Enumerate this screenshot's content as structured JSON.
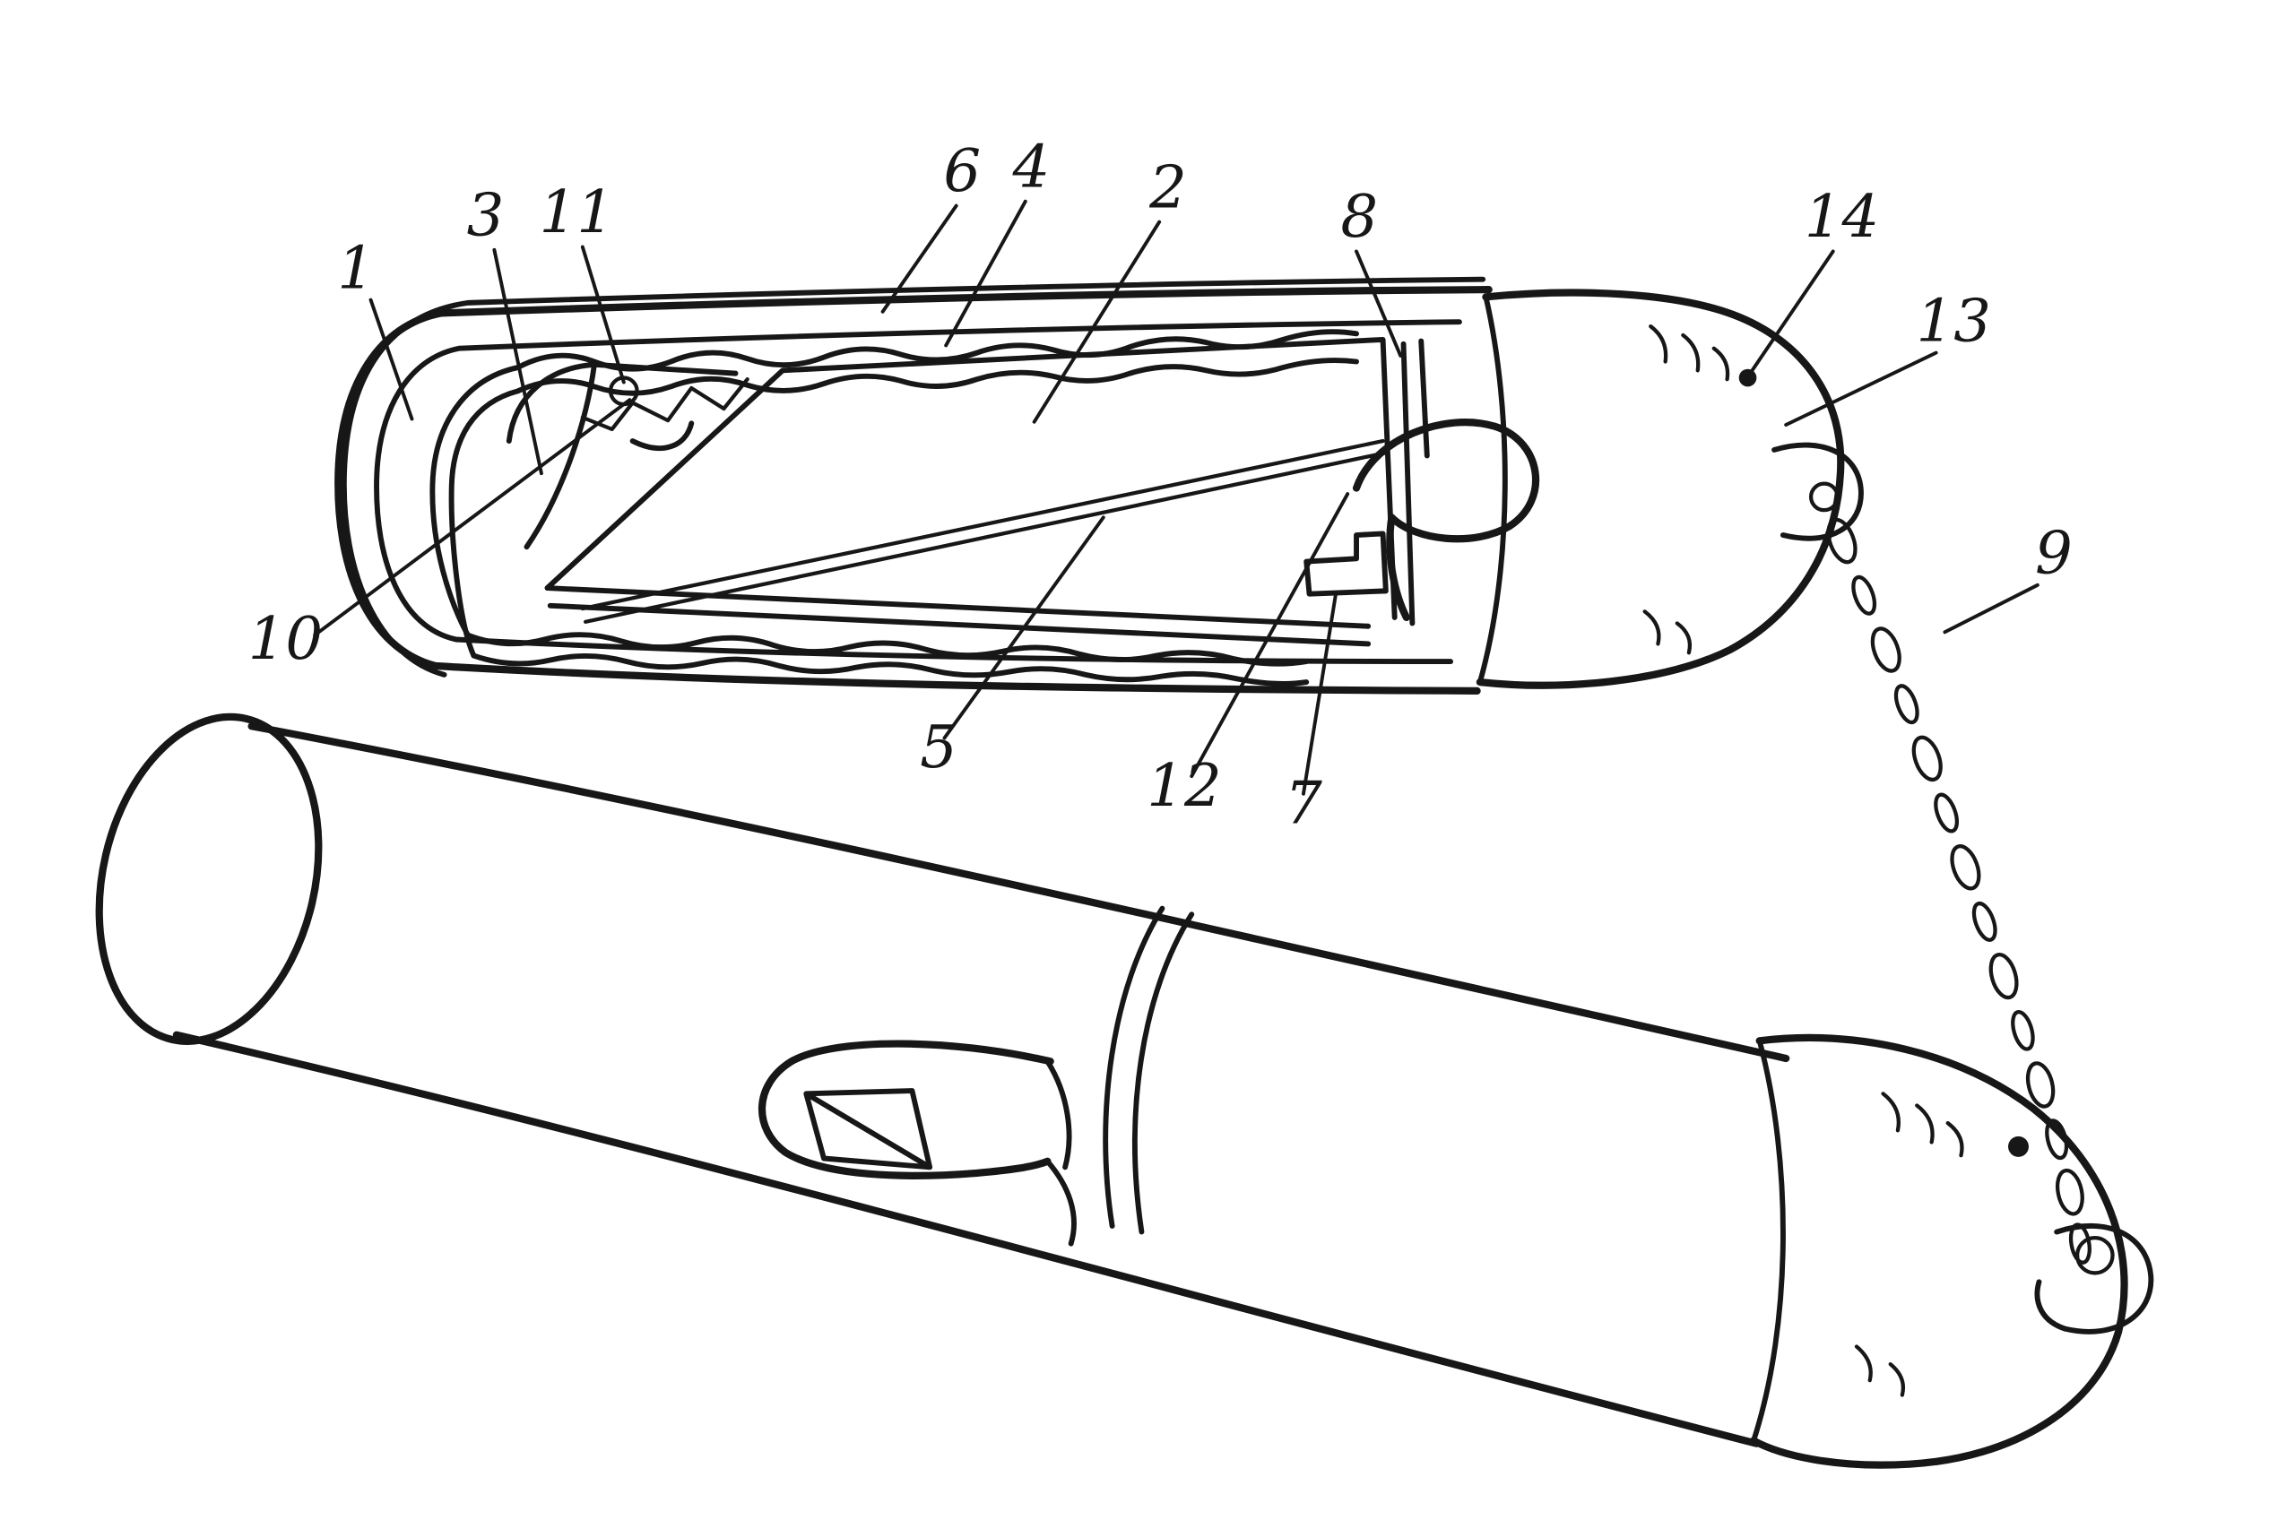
{
  "figure": {
    "kind": "patent-line-drawing",
    "background_color": "#ffffff",
    "ink_color": "#171717",
    "labels": [
      {
        "text": "1"
      },
      {
        "text": "2"
      },
      {
        "text": "3"
      },
      {
        "text": "4"
      },
      {
        "text": "5"
      },
      {
        "text": "6"
      },
      {
        "text": "7"
      },
      {
        "text": "8"
      },
      {
        "text": "9"
      },
      {
        "text": "10"
      },
      {
        "text": "11"
      },
      {
        "text": "12"
      },
      {
        "text": "13"
      },
      {
        "text": "14"
      }
    ]
  }
}
